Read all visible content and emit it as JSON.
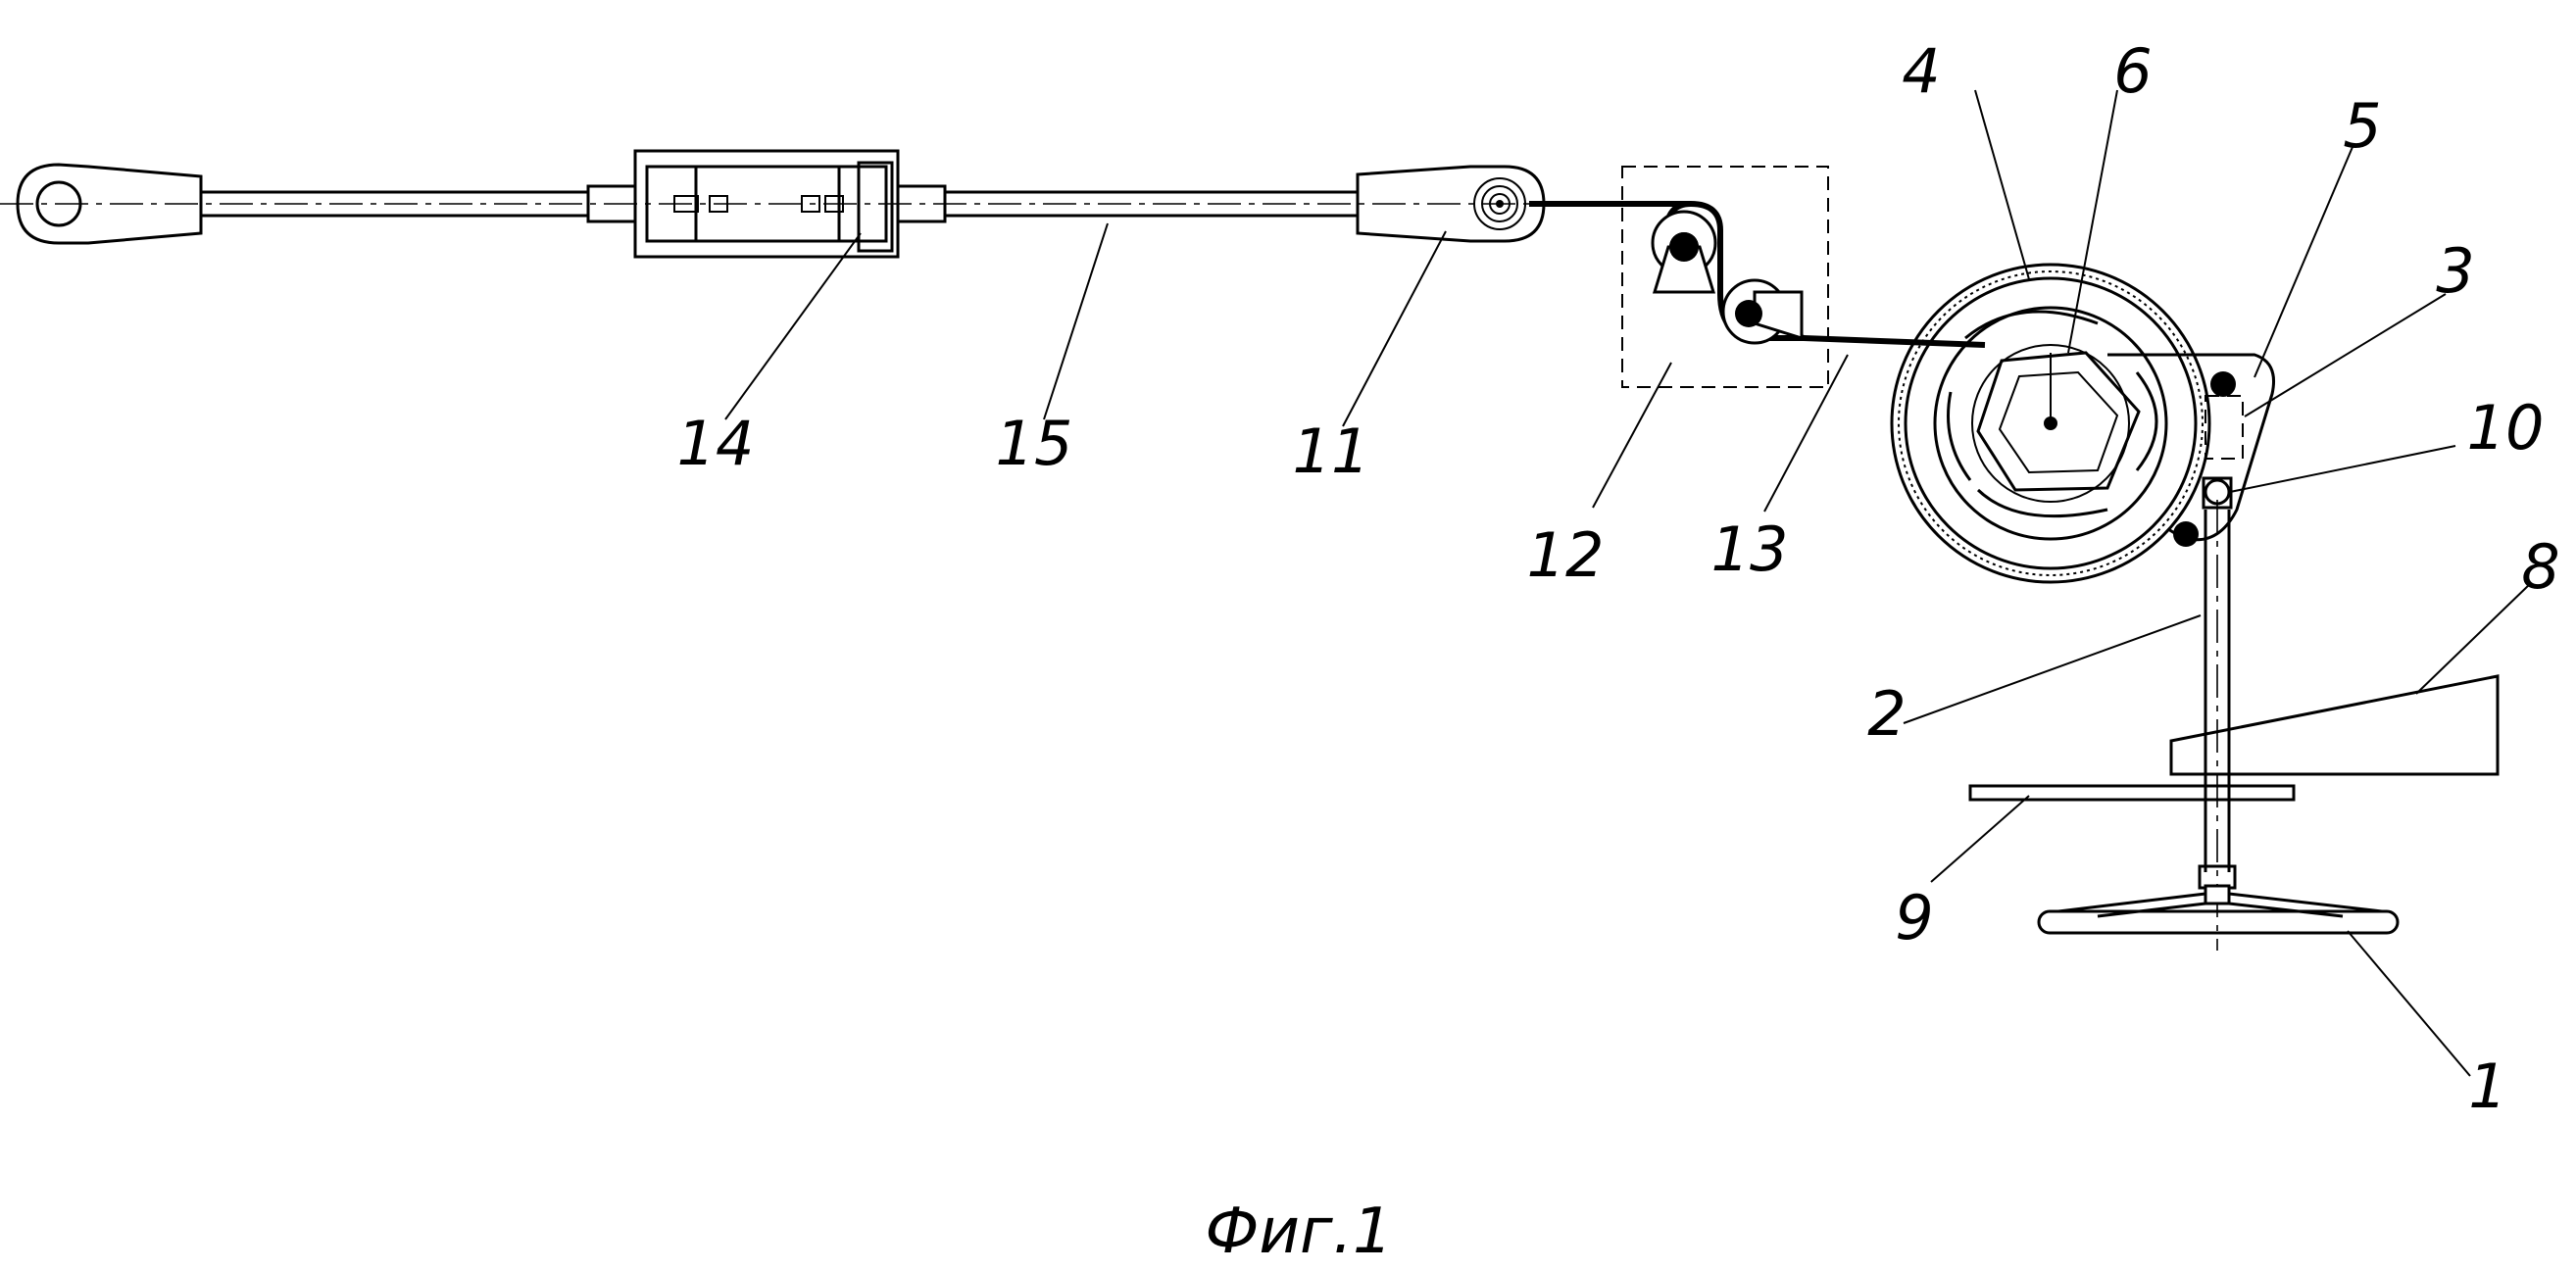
{
  "figure": {
    "caption": "Фиг.1",
    "reference_numerals": [
      "1",
      "2",
      "3",
      "4",
      "5",
      "6",
      "8",
      "9",
      "10",
      "11",
      "12",
      "13",
      "14",
      "15"
    ]
  }
}
